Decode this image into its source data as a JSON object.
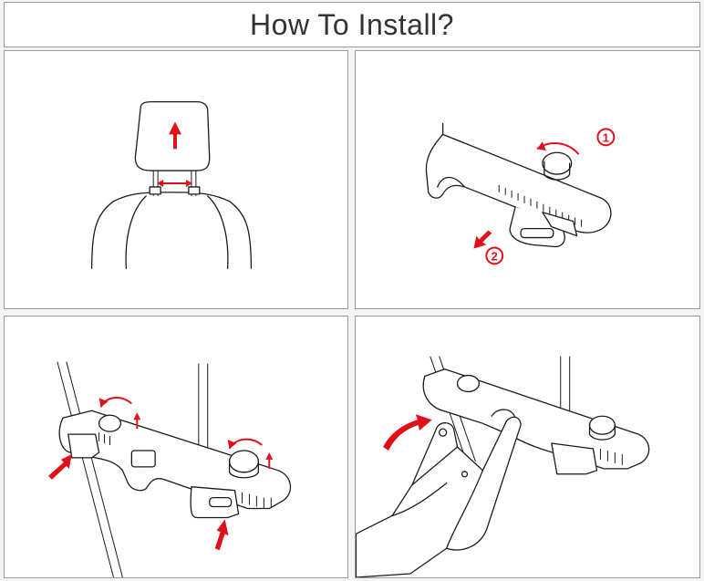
{
  "title": "How To Install?",
  "steps": [
    {
      "marker": "1"
    },
    {
      "marker": "2"
    }
  ],
  "colors": {
    "accent": "#e0101a",
    "line": "#1a1a1a",
    "border": "#9a9a9a",
    "title_text": "#333333"
  }
}
